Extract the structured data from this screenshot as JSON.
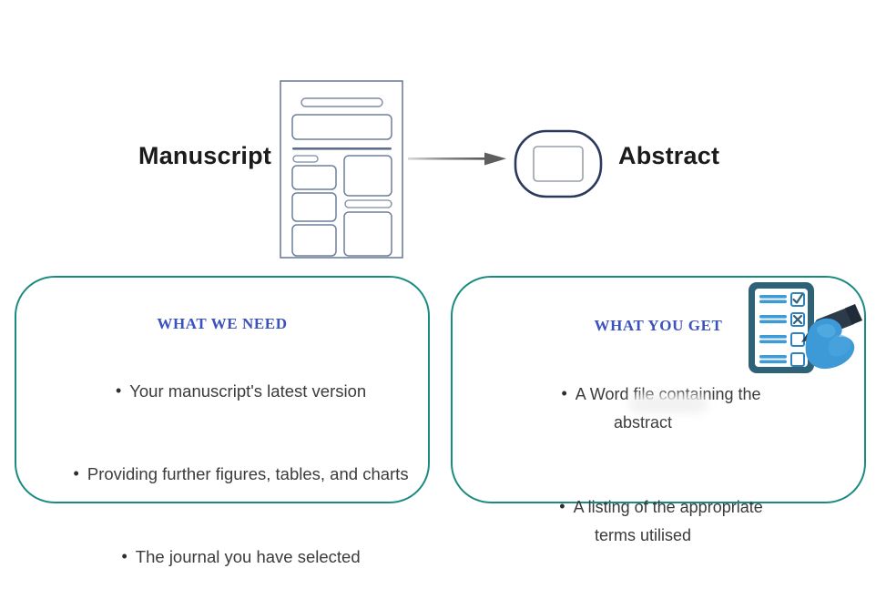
{
  "diagram": {
    "source_label": "Manuscript",
    "target_label": "Abstract",
    "flow_icon": "arrow-right-icon",
    "source_icon": "document-page-icon",
    "target_icon": "abstract-squircle-icon"
  },
  "cards": {
    "left": {
      "heading": "WHAT WE NEED",
      "items": [
        "Your manuscript's latest version",
        "Providing further figures, tables, and charts",
        "The journal you have selected"
      ]
    },
    "right": {
      "heading": "WHAT YOU GET",
      "items": [
        "A Word file containing the\nabstract",
        "A listing of the appropriate\nterms utilised"
      ],
      "icon": "checklist-clipboard-pen-icon"
    }
  },
  "colors": {
    "card_border": "#1a8b80",
    "heading": "#3b51be",
    "body_text": "#3b3b3b",
    "label_text": "#1b1b1b",
    "doc_outline": "#6a7a94",
    "abstract_outline": "#2b3a5c",
    "arrow": "#6b6b6b",
    "clipboard_dark": "#2f6177",
    "clipboard_blue": "#3f9bd6",
    "hand_blue": "#3d9ad7",
    "pen_dark": "#2c3a4a"
  },
  "bullet_glyph": "•"
}
